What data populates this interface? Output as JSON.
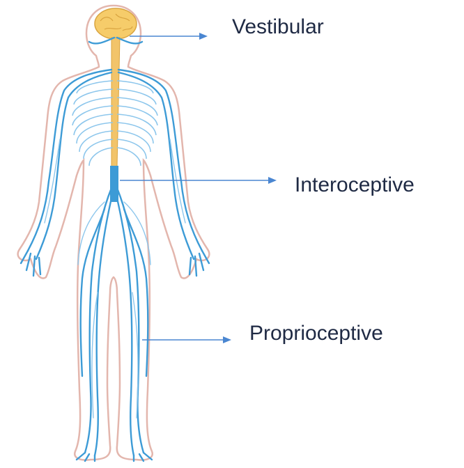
{
  "labels": {
    "vestibular": "Vestibular",
    "interoceptive": "Interoceptive",
    "proprioceptive": "Proprioceptive"
  },
  "colors": {
    "nerve": "#3d9bd6",
    "nerve_light": "#8cc6ec",
    "body_outline": "#e3b6ad",
    "brain": "#f6cc6a",
    "brain_outline": "#d9a440",
    "spinal_cord": "#f2c46a",
    "arrow": "#4a86d1",
    "text": "#1f2a44"
  },
  "icons": {
    "figure": "human-nervous-system-figure",
    "arrow": "arrow-right-icon"
  }
}
